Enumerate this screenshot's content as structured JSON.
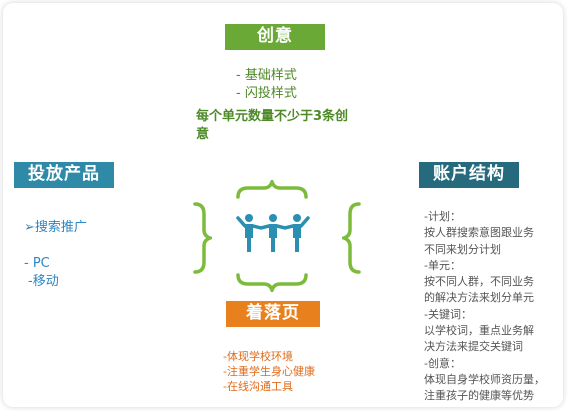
{
  "creative": {
    "title": "创意",
    "items": [
      "-  基础样式",
      "-  闪投样式"
    ],
    "note": "每个单元数量不少于3条创意"
  },
  "product": {
    "title": "投放产品",
    "search": "➢搜索推广",
    "pc": "- PC",
    "mobile": "-移动"
  },
  "account": {
    "title": "账户结构",
    "lines": [
      "-计划：",
      "按人群搜索意图跟业务",
      "不同来划分计划",
      "-单元：",
      "按不同人群，不同业务",
      "的解决方法来划分单元",
      "-关键词：",
      "以学校词，重点业务解",
      "决方法来提交关键词",
      "-创意：",
      "体现自身学校师资历量，",
      "注重孩子的健康等优势"
    ]
  },
  "landing": {
    "title": "着落页",
    "items": [
      "-体现学校环境",
      "-注重学生身心健康",
      "-在线沟通工具"
    ]
  },
  "colors": {
    "green": "#6aa935",
    "teal": "#2e8aa6",
    "dark_teal": "#266a7d",
    "orange": "#e8801e",
    "people": "#2a8fb0"
  },
  "icons": [
    "team-people-icon",
    "curly-brace-icon"
  ]
}
